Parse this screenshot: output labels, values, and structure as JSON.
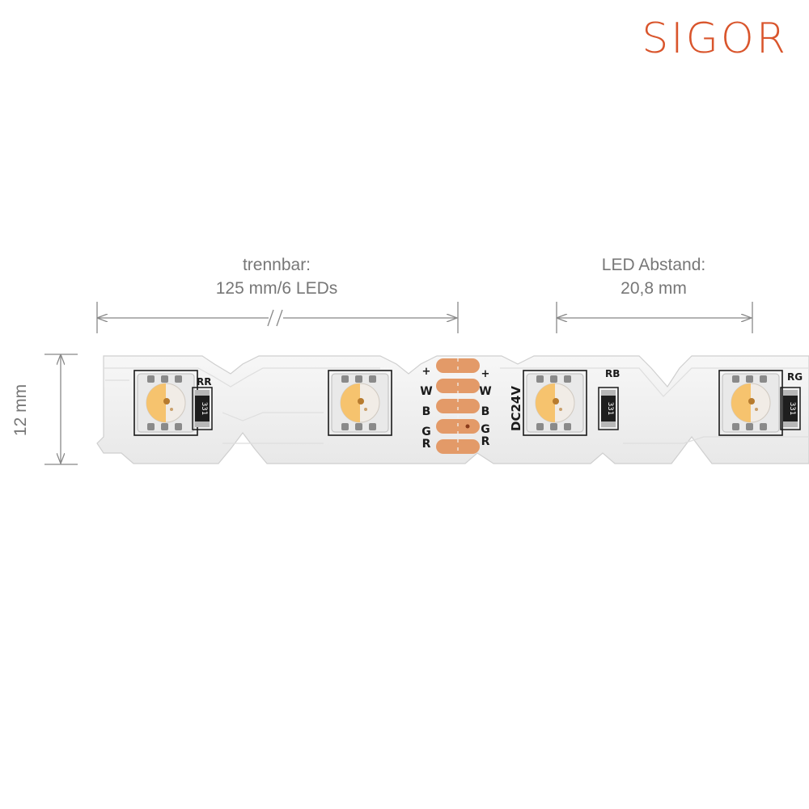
{
  "brand": {
    "logo_text": "SIGOR",
    "color": "#d9552c"
  },
  "dimensions": {
    "cut": {
      "label_line1": "trennbar:",
      "label_line2": "125 mm/6 LEDs",
      "break_mark": "//"
    },
    "spacing": {
      "label_line1": "LED Abstand:",
      "label_line2": "20,8 mm"
    },
    "width": {
      "label": "12 mm"
    }
  },
  "pcb": {
    "resistor_labels": [
      "RR",
      "RB",
      "RG"
    ],
    "resistor_code": "331",
    "pad_labels_left": [
      "+",
      "W",
      "B",
      "G",
      "R"
    ],
    "pad_labels_right": [
      "+",
      "W",
      "B",
      "G",
      "R"
    ],
    "voltage": "DC24V",
    "colors": {
      "board": "#f3f3f3",
      "copper": "#e39a68",
      "led_warm": "#f6c36e",
      "ink": "#1a1a1a"
    }
  }
}
